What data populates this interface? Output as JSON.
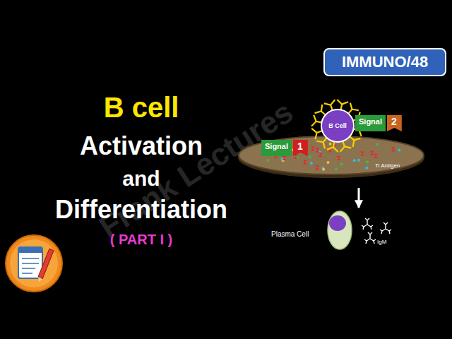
{
  "diagram": {
    "title": "B cell",
    "nodes": [
      {
        "text": [
          "IMMUNO/48"
        ]
      },
      {
        "text": [
          "Ti Antigen"
        ]
      },
      {
        "text": [
          "B Cell"
        ]
      },
      {
        "text": [
          "Signal",
          "2"
        ]
      },
      {
        "text": [
          "Signal",
          "1"
        ]
      },
      {
        "text": [
          "Plasma Cell"
        ]
      }
    ],
    "edges": [
      {
        "from": 1,
        "to": 5,
        "arrow": "to"
      }
    ],
    "labels": [
      "Activation",
      "and",
      "Differentiation",
      "( PART I )",
      "IgM",
      "Frank Lectures"
    ]
  }
}
